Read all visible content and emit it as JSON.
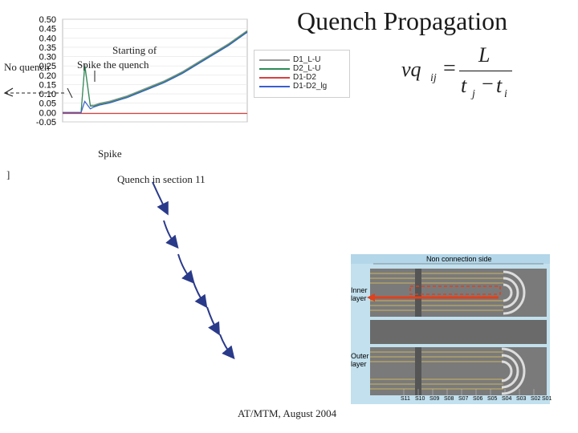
{
  "slide": {
    "title": "Quench Propagation",
    "footer": "AT/MTM, August 2004"
  },
  "annotations": {
    "no_quench": "No quench",
    "starting_of": "Starting of",
    "spike_the_quench": "Spike the quench",
    "spike": "Spike",
    "quench_section": "Quench in section 11",
    "bracket": "]"
  },
  "chart_data": {
    "type": "line",
    "y_ticks": [
      "0.50",
      "0.45",
      "0.40",
      "0.35",
      "0.30",
      "0.25",
      "0.20",
      "0.15",
      "0.10",
      "0.05",
      "0.00",
      "-0.05"
    ],
    "ylim": [
      -0.05,
      0.5
    ],
    "x": [
      0,
      0.05,
      0.1,
      0.12,
      0.15,
      0.17,
      0.2,
      0.25,
      0.3,
      0.35,
      0.4,
      0.45,
      0.5,
      0.55,
      0.6,
      0.65,
      0.7,
      0.75,
      0.8,
      0.85,
      0.9,
      0.95,
      1.0
    ],
    "series": [
      {
        "name": "D1_L-U",
        "color": "#999999",
        "values": [
          0.0,
          0.0,
          0.0,
          0.26,
          0.04,
          0.04,
          0.05,
          0.06,
          0.075,
          0.09,
          0.11,
          0.13,
          0.15,
          0.17,
          0.195,
          0.22,
          0.25,
          0.28,
          0.31,
          0.34,
          0.37,
          0.405,
          0.44
        ]
      },
      {
        "name": "D2_L-U",
        "color": "#2e8b57",
        "values": [
          0.0,
          0.0,
          0.0,
          0.25,
          0.035,
          0.035,
          0.045,
          0.055,
          0.07,
          0.085,
          0.105,
          0.125,
          0.145,
          0.165,
          0.19,
          0.215,
          0.245,
          0.275,
          0.305,
          0.335,
          0.365,
          0.4,
          0.435
        ]
      },
      {
        "name": "D1-D2",
        "color": "#d94040",
        "values": [
          -0.005,
          -0.005,
          -0.005,
          -0.005,
          -0.005,
          -0.005,
          -0.005,
          -0.005,
          -0.005,
          -0.005,
          -0.005,
          -0.005,
          -0.005,
          -0.005,
          -0.005,
          -0.005,
          -0.005,
          -0.005,
          -0.005,
          -0.005,
          -0.005,
          -0.005,
          -0.005
        ]
      },
      {
        "name": "D1-D2_lg",
        "color": "#3a5fcd",
        "values": [
          0.0,
          0.0,
          0.0,
          0.06,
          0.02,
          0.03,
          0.04,
          0.05,
          0.065,
          0.08,
          0.1,
          0.12,
          0.14,
          0.16,
          0.185,
          0.21,
          0.24,
          0.27,
          0.3,
          0.33,
          0.36,
          0.395,
          0.43
        ]
      }
    ]
  },
  "formula": {
    "numerator": "L",
    "lhs": "vq",
    "lhs_sub": "ij",
    "equals": "=",
    "t": "t",
    "sub_j": "j",
    "minus": "−",
    "sub_i": "i"
  },
  "diagram": {
    "header": "Non connection side",
    "inner_label": "Inner layer",
    "outer_label": "Outer layer",
    "sections": [
      "S11",
      "S10",
      "S09",
      "S08",
      "S07",
      "S06",
      "S05",
      "S04",
      "S03",
      "S02",
      "S01"
    ],
    "colors": {
      "background": "#c2e0ee",
      "band": "#6e6e6e",
      "accent": "#e0401a",
      "stripe": "#e8c85a"
    }
  }
}
